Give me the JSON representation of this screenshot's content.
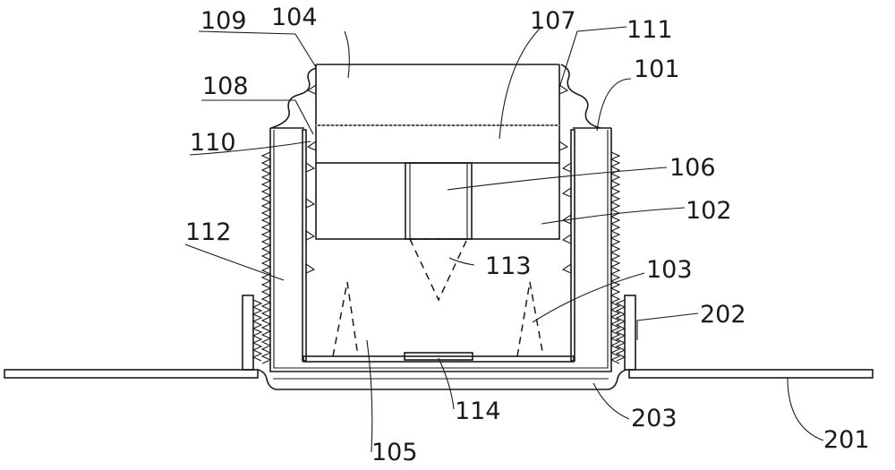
{
  "figure": {
    "labels": {
      "l101": "101",
      "l102": "102",
      "l103": "103",
      "l104": "104",
      "l105": "105",
      "l106": "106",
      "l107": "107",
      "l108": "108",
      "l109": "109",
      "l110": "110",
      "l111": "111",
      "l112": "112",
      "l113": "113",
      "l114": "114",
      "l201": "201",
      "l202": "202",
      "l203": "203"
    },
    "line_color": "#1a1a1a"
  }
}
